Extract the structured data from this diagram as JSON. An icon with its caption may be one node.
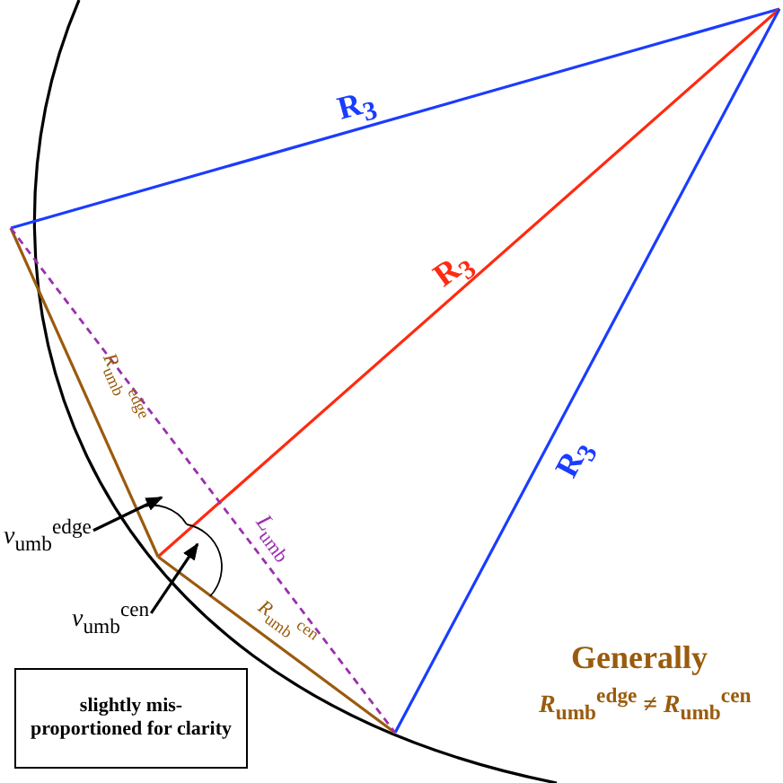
{
  "diagram": {
    "nodes": [
      {
        "text": [
          "*ν*$_{umb}$$^{edge}$"
        ]
      },
      {
        "text": [
          "*ν*$_{umb}$$^{cen}$"
        ]
      },
      {
        "text": [
          "slightly mis-proportioned for clarity"
        ]
      },
      {
        "text": [],
        "shape": "arc"
      },
      {
        "text": [],
        "shape": "arc"
      }
    ],
    "edges": [
      {
        "from": 0,
        "to": 3,
        "arrow": "to"
      },
      {
        "from": 1,
        "to": 4,
        "arrow": "to"
      }
    ],
    "labels": [
      "R$_{3}$",
      "R$_{3}$",
      "R$_{3}$",
      "*R*$_{umb}$$^{edge}$",
      "*L*$_{umb}$",
      "*R*$_{umb}$$^{cen}$",
      "Generally",
      "*R*$_{umb}$$^{edge}$ ≠ *R*$_{umb}$$^{cen}$"
    ]
  }
}
